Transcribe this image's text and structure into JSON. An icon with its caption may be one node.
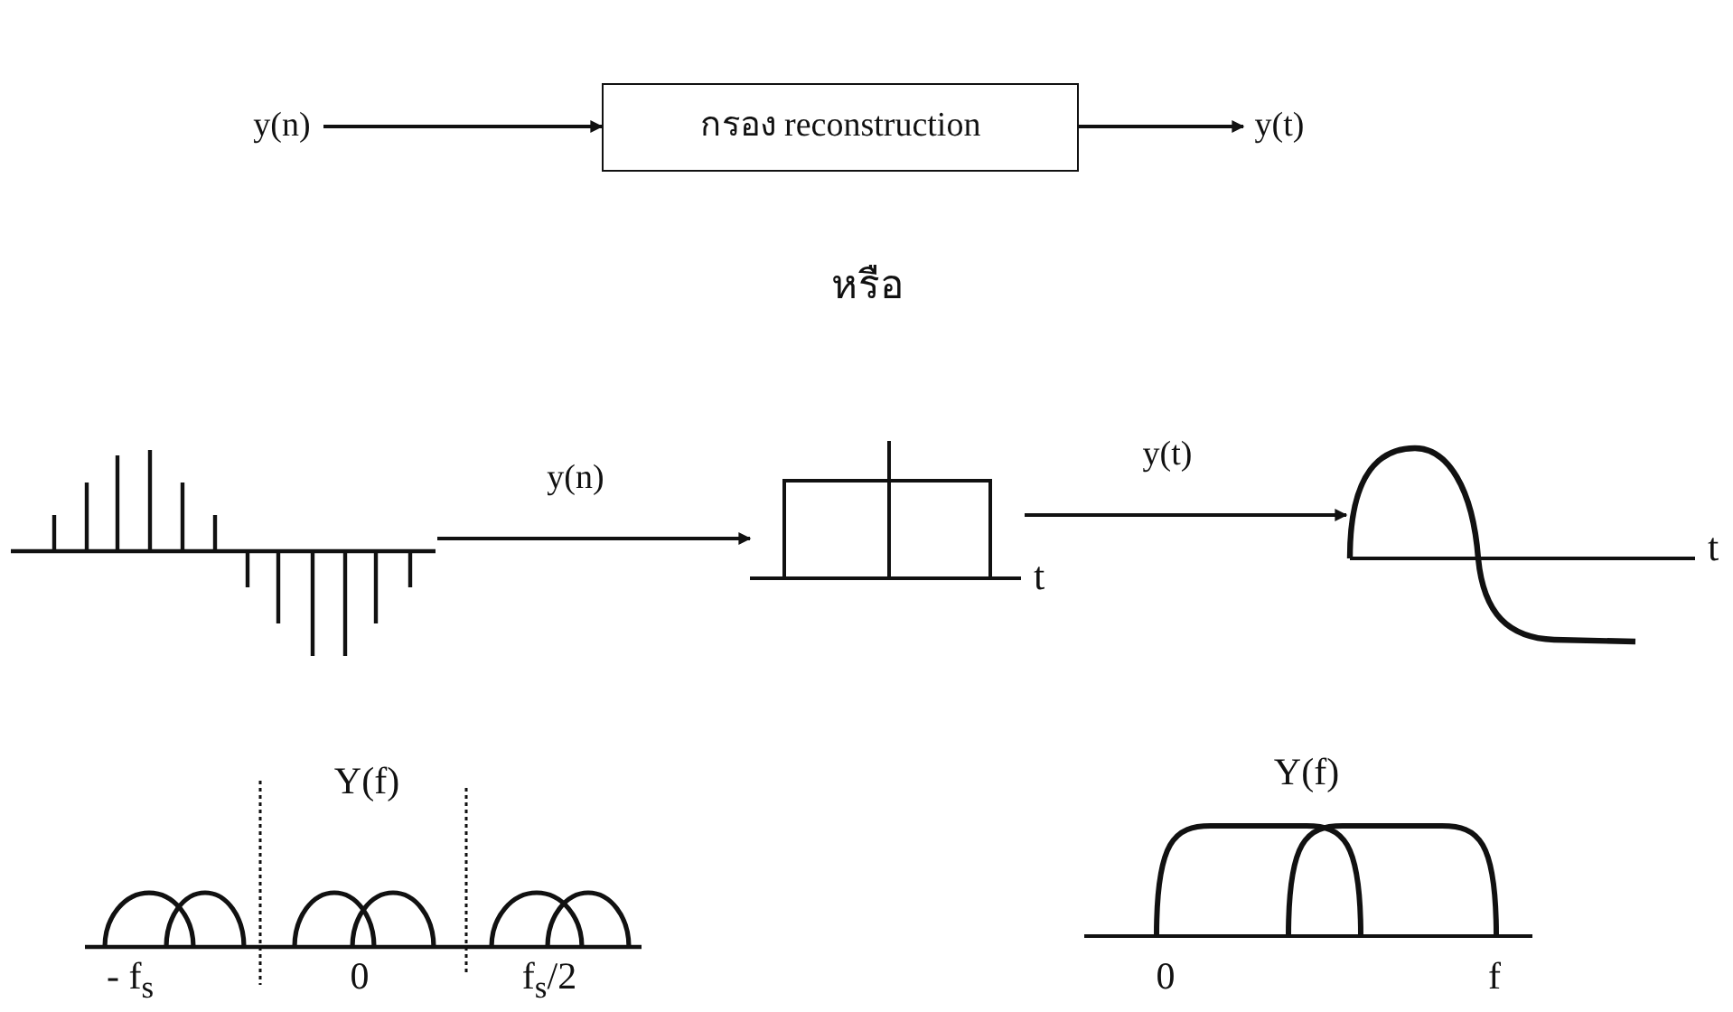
{
  "diagram": {
    "nodes": [
      {
        "text": [
          "y(n)"
        ]
      },
      {
        "text": [
          "กรอง reconstruction"
        ]
      },
      {
        "text": [
          "y(t)"
        ]
      },
      {
        "text": [],
        "shape": "picture"
      },
      {
        "text": [],
        "shape": "picture",
        "beside": [
          "t"
        ]
      },
      {
        "text": [],
        "shape": "picture",
        "beside": [
          "t"
        ]
      }
    ],
    "edges": [
      {
        "from": 0,
        "to": 1,
        "arrow": "to"
      },
      {
        "from": 1,
        "to": 2,
        "arrow": "to"
      },
      {
        "from": 3,
        "to": 4,
        "arrow": "to",
        "label": "y(n)"
      },
      {
        "from": 4,
        "to": 5,
        "arrow": "to",
        "label": "y(t)"
      }
    ],
    "labels": [
      "หรือ",
      "Y(f)",
      "- f$_{s}$",
      "0",
      "f$_{s}$/2",
      "Y(f)",
      "0",
      "f"
    ]
  }
}
